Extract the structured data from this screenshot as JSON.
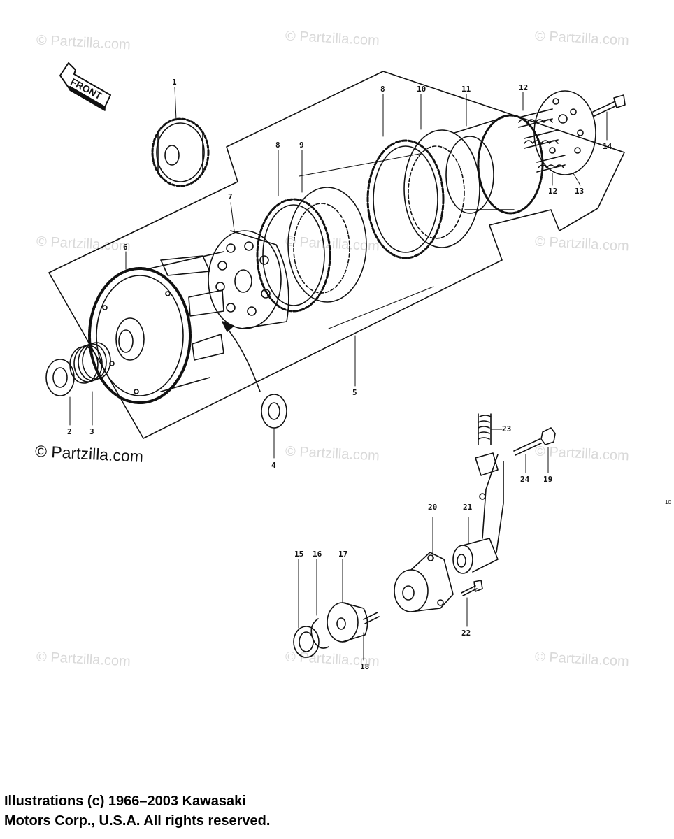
{
  "watermark": "© Partzilla.com",
  "front_label": "FRONT",
  "page_number": "10",
  "callouts": [
    "1",
    "2",
    "3",
    "4",
    "5",
    "6",
    "7",
    "8",
    "8",
    "9",
    "10",
    "11",
    "12",
    "12",
    "13",
    "14",
    "15",
    "16",
    "17",
    "18",
    "19",
    "20",
    "21",
    "22",
    "23",
    "24"
  ],
  "copyright": {
    "line1": "Illustrations (c) 1966–2003 Kawasaki",
    "line2": "Motors Corp., U.S.A.  All rights reserved."
  }
}
